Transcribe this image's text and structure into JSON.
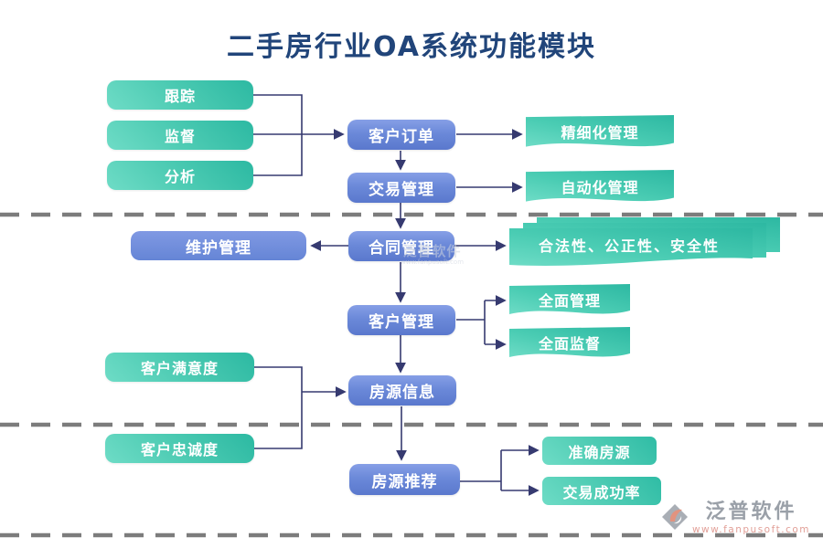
{
  "title": "二手房行业OA系统功能模块",
  "nodes": {
    "tracking": {
      "label": "跟踪"
    },
    "supervision": {
      "label": "监督"
    },
    "analysis": {
      "label": "分析"
    },
    "customer_order": {
      "label": "客户订单"
    },
    "transaction_mgmt": {
      "label": "交易管理"
    },
    "refined_mgmt": {
      "label": "精细化管理"
    },
    "automated_mgmt": {
      "label": "自动化管理"
    },
    "maintenance_mgmt": {
      "label": "维护管理"
    },
    "contract_mgmt": {
      "label": "合同管理"
    },
    "legality": {
      "label": "合法性、公正性、安全性"
    },
    "customer_mgmt": {
      "label": "客户管理"
    },
    "full_mgmt": {
      "label": "全面管理"
    },
    "full_supervision": {
      "label": "全面监督"
    },
    "customer_satisfaction": {
      "label": "客户满意度"
    },
    "customer_loyalty": {
      "label": "客户忠诚度"
    },
    "listing_info": {
      "label": "房源信息"
    },
    "listing_recommend": {
      "label": "房源推荐"
    },
    "accurate_listing": {
      "label": "准确房源"
    },
    "deal_success": {
      "label": "交易成功率"
    }
  },
  "branding": {
    "name": "泛普软件",
    "url": "www.fanpusoft.com"
  },
  "watermark": {
    "name": "泛普软件",
    "url": "www.fanpusoft.com"
  },
  "colors": {
    "title": "#21457a",
    "teal_dark": "#2cb9a2",
    "teal_light": "#6edcc6",
    "blue_dark": "#5a78cd",
    "blue_light": "#869fe6",
    "line": "#363a70",
    "dash": "#7c7c7c",
    "brand_gray": "#9aa0a8",
    "brand_url_pink": "#e2a098"
  }
}
